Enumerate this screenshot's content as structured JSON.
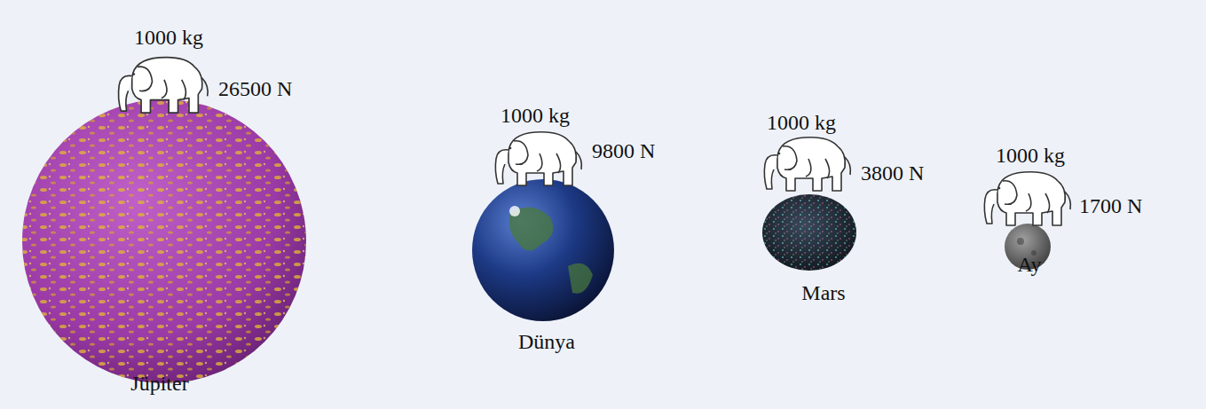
{
  "diagram": {
    "labels": [
      "1000 kg",
      "26500 N",
      "Jüpiter",
      "1000 kg",
      "9800 N",
      "Dünya",
      "1000 kg",
      "3800 N",
      "Mars",
      "1000 kg",
      "1700 N",
      "Ay"
    ]
  }
}
